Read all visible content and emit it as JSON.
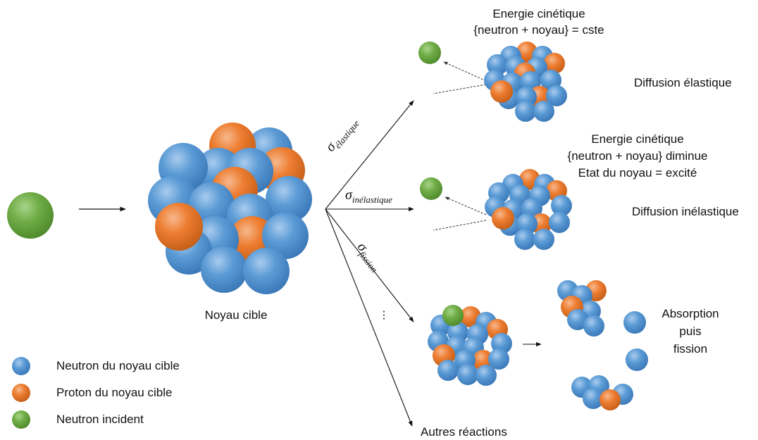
{
  "labels": {
    "target": "Noyau cible",
    "elastic_title_1": "Energie cinétique",
    "elastic_title_2": "{neutron + noyau} = cste",
    "elastic_name": "Diffusion élastique",
    "inelastic_title_1": "Energie cinétique",
    "inelastic_title_2": "{neutron + noyau} diminue",
    "inelastic_title_3": "Etat du noyau = excité",
    "inelastic_name": "Diffusion inélastique",
    "fission_name_1": "Absorption",
    "fission_name_2": "puis",
    "fission_name_3": "fission",
    "other": "Autres réactions",
    "dots": "⋮"
  },
  "sigmas": {
    "symbol": "σ",
    "elastic": "élastique",
    "inelastic": "inélastique",
    "fission": "fission"
  },
  "legend": [
    {
      "label": "Neutron du noyau cible",
      "color": "blue"
    },
    {
      "label": "Proton du noyau cible",
      "color": "orange"
    },
    {
      "label": "Neutron incident",
      "color": "green"
    }
  ],
  "colors": {
    "neutron": "#5b9bd5",
    "proton": "#ed7d31",
    "incident": "#70ad47"
  }
}
